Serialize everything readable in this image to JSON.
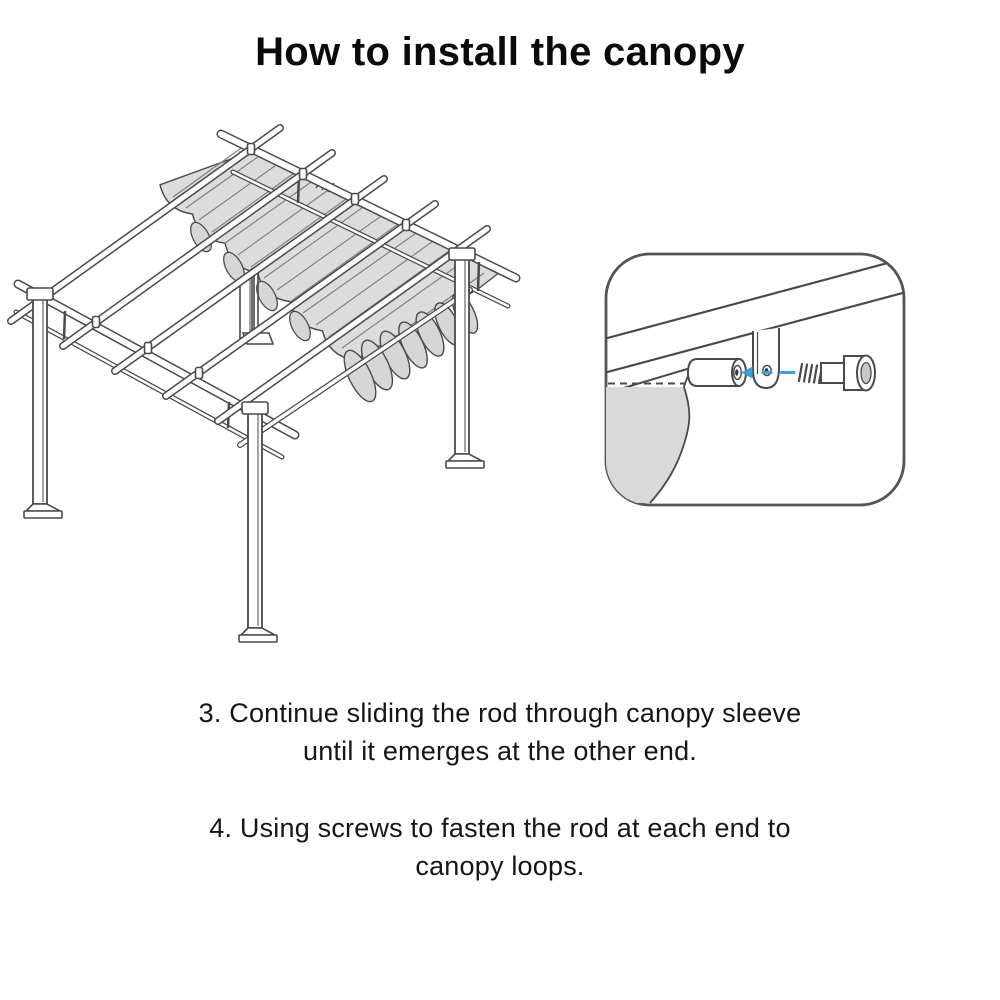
{
  "page": {
    "title": "How to install the canopy"
  },
  "instructions": [
    {
      "id": "step-3",
      "text": "3. Continue sliding the rod through canopy sleeve until it emerges at the other end."
    },
    {
      "id": "step-4",
      "text": "4. Using screws to fasten the rod at each end to canopy loops."
    }
  ],
  "colors": {
    "accent_blue": "#3da0dc",
    "line": "#4a4a4a",
    "canopy_fill": "#dcdcdc",
    "petal_fill": "#d6d6d6",
    "detail_border": "#555555",
    "text": "#161616"
  }
}
